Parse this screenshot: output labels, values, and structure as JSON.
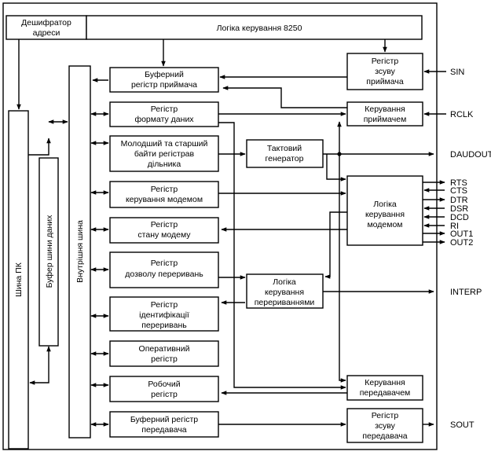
{
  "title": "Логіка керування 8250",
  "blocks": {
    "decoder": [
      "Дешифратор",
      "адреси"
    ],
    "logic": [
      "Логіка керування 8250"
    ],
    "pc_bus": [
      "Шина ПК"
    ],
    "data_buffer": [
      "Буфер шини даних"
    ],
    "internal_bus": [
      "Внутрішня шина"
    ],
    "rx_buffer": [
      "Буферний",
      "регістр приймача"
    ],
    "format_reg": [
      "Регістр",
      "формату даних"
    ],
    "divisor": [
      "Молодший та старший",
      "байти регістрав",
      "дільника"
    ],
    "modem_ctrl_reg": [
      "Регістр",
      "керування модемом"
    ],
    "modem_status_reg": [
      "Регістр",
      "стану модему"
    ],
    "int_enable_reg": [
      "Регістр",
      "дозволу переривань"
    ],
    "int_id_reg": [
      "Регістр",
      "ідентифікації",
      "переривань"
    ],
    "scratch": [
      "Оперативний",
      "регістр"
    ],
    "work_reg": [
      "Робочий",
      "регістр"
    ],
    "tx_buffer": [
      "Буферний регістр",
      "передавача"
    ],
    "rx_shift": [
      "Регістр",
      "зсуву",
      "приймача"
    ],
    "rx_ctrl": [
      "Керування",
      "приймачем"
    ],
    "clock_gen": [
      "Тактовий",
      "генератор"
    ],
    "modem_logic": [
      "Логіка",
      "керування",
      "модемом"
    ],
    "int_logic": [
      "Логіка",
      "керування",
      "перериваннями"
    ],
    "tx_ctrl": [
      "Керування",
      "передавачем"
    ],
    "tx_shift": [
      "Регістр",
      "зсуву",
      "передавача"
    ]
  },
  "signals": {
    "sin": "SIN",
    "rclk": "RCLK",
    "daudout": "DAUDOUT",
    "rts": "RTS",
    "cts": "CTS",
    "dtr": "DTR",
    "dsr": "DSR",
    "dcd": "DCD",
    "ri": "RI",
    "out1": "OUT1",
    "out2": "OUT2",
    "interp": "INTERP",
    "sout": "SOUT"
  }
}
